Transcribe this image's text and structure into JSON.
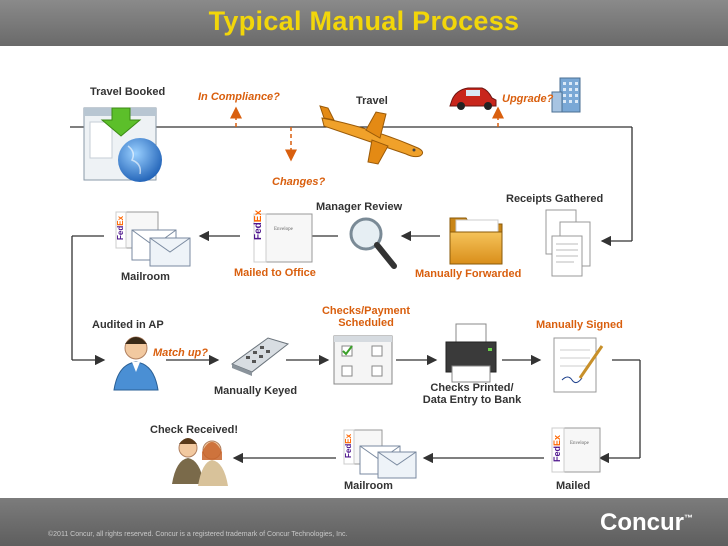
{
  "title": "Typical Manual Process",
  "steps": {
    "travel_booked": "Travel Booked",
    "in_compliance": "In Compliance?",
    "travel": "Travel",
    "upgrade": "Upgrade?",
    "changes": "Changes?",
    "manager_review": "Manager Review",
    "receipts_gathered": "Receipts Gathered",
    "mailroom_1": "Mailroom",
    "mailed_to_office": "Mailed to Office",
    "manually_forwarded": "Manually Forwarded",
    "audited_in_ap": "Audited in AP",
    "checks_payment_line1": "Checks/Payment",
    "checks_payment_line2": "Scheduled",
    "manually_signed": "Manually Signed",
    "match_up": "Match up?",
    "manually_keyed": "Manually Keyed",
    "checks_printed_line1": "Checks Printed/",
    "checks_printed_line2": "Data Entry to Bank",
    "check_received": "Check Received!",
    "mailroom_2": "Mailroom",
    "mailed": "Mailed"
  },
  "envelope_text": {
    "fedex_fe": "Fed",
    "fedex_ex": "Ex",
    "envelope": "Envelope"
  },
  "footer": {
    "copyright": "©2011 Concur, all rights reserved. Concur is a registered trademark of Concur Technologies, Inc.",
    "brand_name": "Concur",
    "brand_mark": "™"
  },
  "colors": {
    "title": "#f2d60a",
    "label_dark": "#333333",
    "label_orange": "#d95f0e",
    "header_bg": "#777777",
    "arrow": "#333333"
  }
}
